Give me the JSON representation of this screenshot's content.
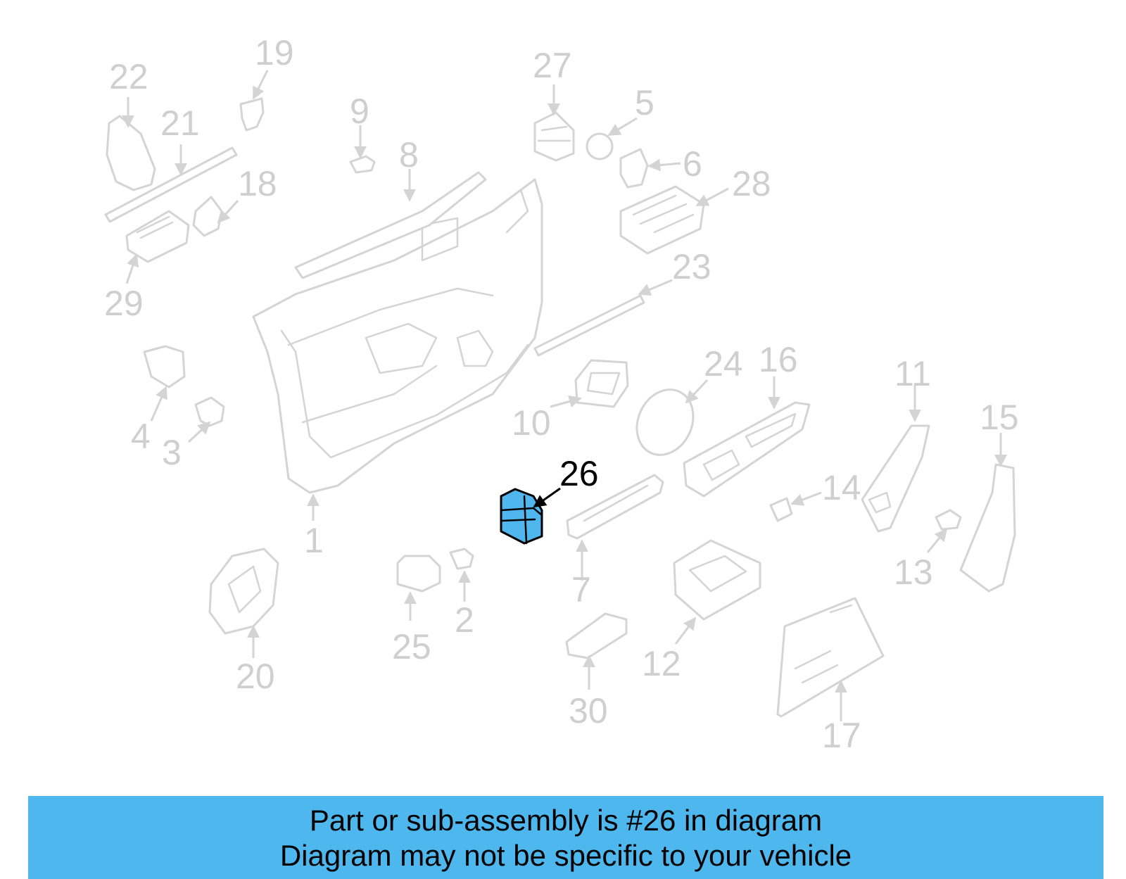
{
  "diagram": {
    "highlighted_part": "26",
    "callouts": [
      "1",
      "2",
      "3",
      "4",
      "5",
      "6",
      "7",
      "8",
      "9",
      "10",
      "11",
      "12",
      "13",
      "14",
      "15",
      "16",
      "17",
      "18",
      "19",
      "20",
      "21",
      "22",
      "23",
      "24",
      "25",
      "26",
      "27",
      "28",
      "29",
      "30"
    ]
  },
  "banner": {
    "line1": "Part or sub-assembly is #26 in diagram",
    "line2": "Diagram may not be specific to your vehicle"
  },
  "colors": {
    "banner_bg": "#4eb7ee",
    "highlight": "#4fb7ee",
    "line_gray": "#d4d4d4",
    "label_gray": "#cfcfcf"
  }
}
